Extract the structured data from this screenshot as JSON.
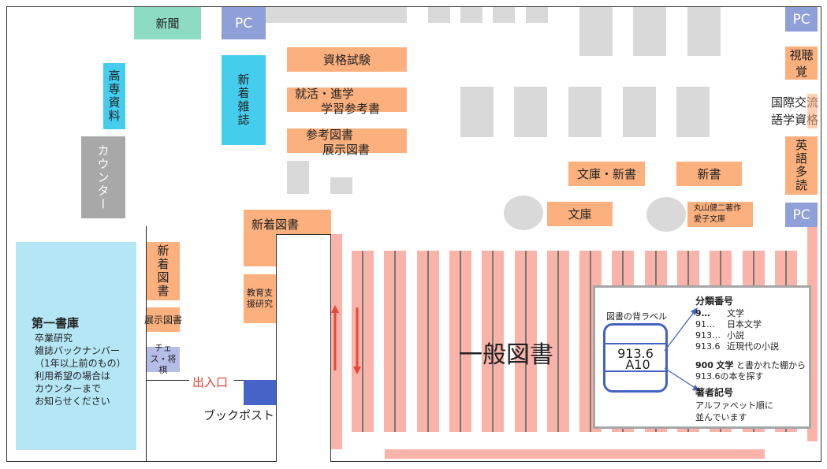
{
  "labels": {
    "shinbun": "新聞",
    "pc": "PC",
    "shikaku": "資格試験",
    "shukatsu_1": "就活・進学",
    "shukatsu_2": "学習参考書",
    "sanko_1": "参考図書",
    "sanko_2": "展示図書",
    "kosen": "高専資料",
    "counter": "カウンター",
    "shinchaku_zasshi": "新着雑誌",
    "shichokaku": "視聴覚",
    "kokusai_1": "国際交流",
    "kokusai_2": "語学資格",
    "eigo": "英語多読",
    "bunko_shinsho": "文庫・新書",
    "shinsho": "新書",
    "bunko": "文庫",
    "maruyama_1": "丸山健二著作",
    "maruyama_2": "愛子文庫",
    "shinchaku_tosho": "新着図書",
    "shinchaku_tosho_v": "新着図書",
    "tenji_tosho": "展示図書",
    "chess": "チェス・将棋",
    "kyoiku": "教育支援研究",
    "deiriguchi": "出入口",
    "bookpost": "ブックポスト",
    "ippan": "一般図書",
    "dai1_title": "第一書庫",
    "dai1_lines": [
      "卒業研究",
      "雑誌バックナンバー",
      "（1年以上前のもの）",
      "利用希望の場合は",
      "カウンターまで",
      "お知らせください"
    ]
  },
  "legend": {
    "spine_title": "図書の背ラベル",
    "spine_top": "913.6",
    "spine_bottom": "A10",
    "bunrui_title": "分類番号",
    "bunrui_rows": [
      {
        "code": "9…",
        "desc": "文学"
      },
      {
        "code": "91…",
        "desc": "日本文学"
      },
      {
        "code": "913…",
        "desc": "小説"
      },
      {
        "code": "913.6",
        "desc": "近現代の小説"
      }
    ],
    "example_1a": "900",
    "example_1b": "文学",
    "example_1c": "と書かれた棚から",
    "example_2": "913.6の本を探す",
    "chosha_title": "著者記号",
    "chosha_1": "アルファベット順に",
    "chosha_2": "並んでいます"
  },
  "colors": {
    "shelf_pink": "#f9b3a8",
    "category_orange": "#fbb07e",
    "arrow_red": "#e8473b",
    "legend_blue": "#4462c0",
    "bookpost_blue": "#4663c8"
  }
}
